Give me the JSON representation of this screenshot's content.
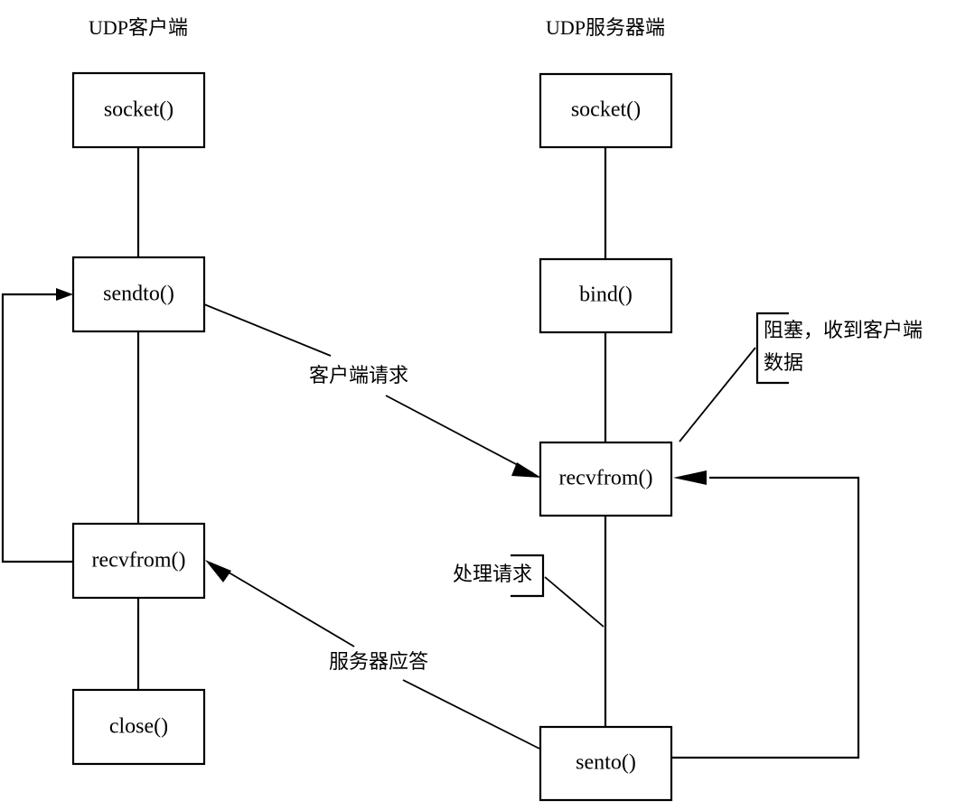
{
  "diagram": {
    "title_client": "UDP客户端",
    "title_server": "UDP服务器端",
    "client_steps": {
      "socket": "socket()",
      "sendto": "sendto()",
      "recvfrom": "recvfrom()",
      "close": "close()"
    },
    "server_steps": {
      "socket": "socket()",
      "bind": "bind()",
      "recvfrom": "recvfrom()",
      "sento": "sento()"
    },
    "flow_labels": {
      "request": "客户端请求",
      "response": "服务器应答"
    },
    "notes": {
      "blocking_line1": "阻塞，收到客户端",
      "blocking_line2": "数据",
      "handle_request": "处理请求"
    },
    "colors": {
      "stroke": "#000000",
      "fill": "#ffffff",
      "background": "#ffffff"
    }
  }
}
